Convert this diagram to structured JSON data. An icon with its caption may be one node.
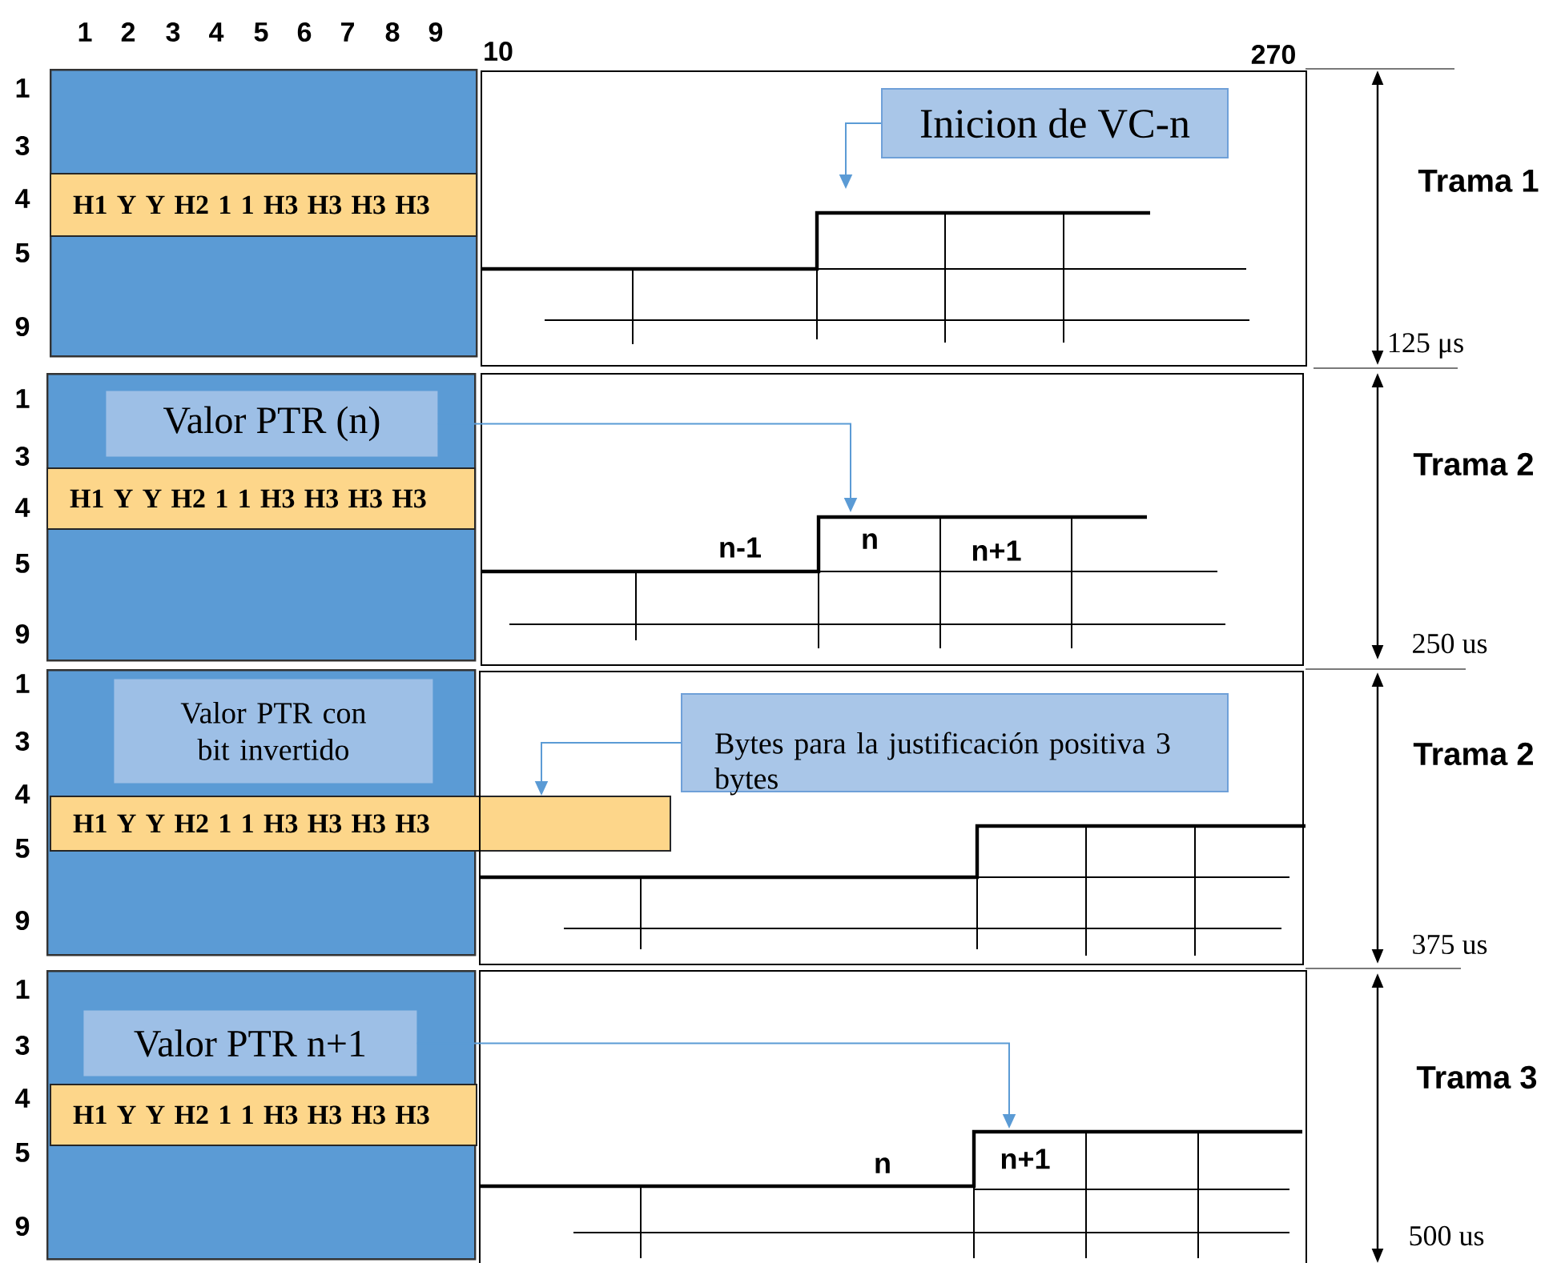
{
  "diagram": {
    "nodes": [
      {
        "text": [],
        "shape": "box"
      },
      {
        "text": [
          "H1 Y Y H2 1 1 H3 H3 H3 H3"
        ],
        "in": 0
      },
      {
        "text": [],
        "shape": "box"
      },
      {
        "text": [
          "Inicion de VC-n"
        ],
        "in": 2
      },
      {
        "text": [],
        "shape": "box"
      },
      {
        "text": [
          "Valor PTR (n)"
        ],
        "in": 4
      },
      {
        "text": [
          "H1 Y Y H2 1 1 H3 H3 H3 H3"
        ],
        "in": 4
      },
      {
        "text": [],
        "shape": "box"
      },
      {
        "text": [],
        "shape": "box"
      },
      {
        "text": [
          "Valor PTR con bit invertido"
        ],
        "in": 8
      },
      {
        "text": [
          "H1 Y Y H2 1 1 H3 H3 H3 H3"
        ]
      },
      {
        "text": [],
        "shape": "box"
      },
      {
        "text": [
          "Bytes para la justificación positiva 3 bytes"
        ],
        "in": 11
      },
      {
        "text": [],
        "shape": "box"
      },
      {
        "text": [
          "Valor PTR n+1"
        ],
        "in": 13
      },
      {
        "text": [
          "H1 Y Y H2 1 1 H3 H3 H3 H3"
        ],
        "in": 13
      },
      {
        "text": [],
        "shape": "box"
      }
    ],
    "edges": [
      {
        "from": 3,
        "to": 2,
        "arrow": "to"
      },
      {
        "from": 5,
        "to": 7,
        "arrow": "to"
      },
      {
        "from": 12,
        "to": 10,
        "arrow": "to"
      },
      {
        "from": 14,
        "to": 16,
        "arrow": "to"
      }
    ],
    "labels": [
      "1",
      "2",
      "3",
      "4",
      "5",
      "6",
      "7",
      "8",
      "9",
      "10",
      "270",
      "1",
      "3",
      "4",
      "5",
      "9",
      "Trama 1",
      "125 μs",
      "1",
      "3",
      "4",
      "5",
      "9",
      "n-1",
      "n",
      "n+1",
      "Trama 2",
      "250 us",
      "1",
      "3",
      "4",
      "5",
      "9",
      "Trama 2",
      "375 us",
      "1",
      "3",
      "4",
      "5",
      "9",
      "n",
      "n+1",
      "Trama 3",
      "500 us"
    ]
  }
}
